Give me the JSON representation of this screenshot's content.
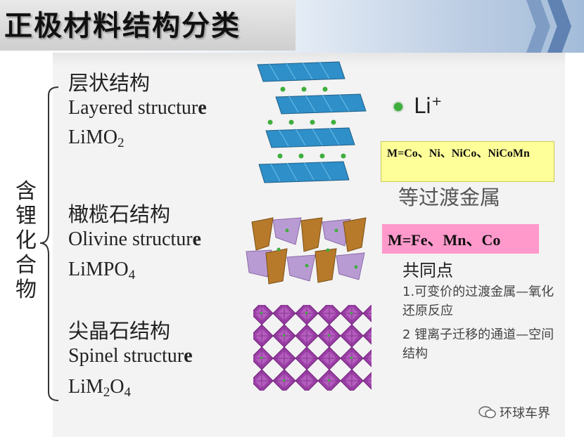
{
  "title": "正极材料结构分类",
  "vertical_label": [
    "含",
    "锂",
    "化",
    "合",
    "物"
  ],
  "structures": [
    {
      "cn": "层状结构",
      "en_main": "Layered structur",
      "en_bold": "e",
      "formula_a": "LiMO",
      "formula_sub": "2",
      "formula_b": "",
      "formula_sub2": ""
    },
    {
      "cn": "橄榄石结构",
      "en_main": "Olivine structur",
      "en_bold": "e",
      "formula_a": "LiMPO",
      "formula_sub": "4",
      "formula_b": "",
      "formula_sub2": ""
    },
    {
      "cn": "尖晶石结构",
      "en_main": "Spinel structur",
      "en_bold": "e",
      "formula_a": "LiM",
      "formula_sub": "2",
      "formula_b": "O",
      "formula_sub2": "4"
    }
  ],
  "legend": {
    "label": "Li",
    "sup": "+"
  },
  "layered_metals": "M=Co、Ni、NiCo、NiCoMn",
  "transition_metals": "等过渡金属",
  "olivine_metals": "M=Fe、Mn、Co",
  "common": {
    "title": "共同点",
    "points": [
      "1.可变价的过渡金属—氧化还原反应",
      "2 锂离子迁移的通道—空间结构"
    ]
  },
  "watermark": "环球车界",
  "colors": {
    "layered": "#2f8fc8",
    "olivine_brown": "#b77a2a",
    "olivine_lilac": "#b99bd3",
    "spinel": "#9b3fa6",
    "li_ion": "#3fae3f",
    "yellow_box": "#ffff99",
    "pink_box": "#ff99cc"
  }
}
